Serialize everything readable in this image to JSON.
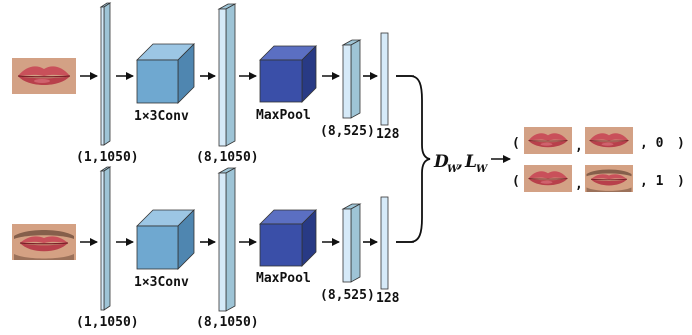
{
  "branches": [
    {
      "input_kind": "lips-smooth",
      "layer_labels": {
        "input_shape": "(1,1050)",
        "conv": "1×3Conv",
        "conv_shape": "(8,1050)",
        "pool": "MaxPool",
        "pool_shape": "(8,525)",
        "fc": "128"
      }
    },
    {
      "input_kind": "lips-mustache",
      "layer_labels": {
        "input_shape": "(1,1050)",
        "conv": "1×3Conv",
        "conv_shape": "(8,1050)",
        "pool": "MaxPool",
        "pool_shape": "(8,525)",
        "fc": "128"
      }
    }
  ],
  "merge": {
    "loss_D": "D",
    "loss_D_sub": "W",
    "comma": ",",
    "loss_L": "L",
    "loss_L_sub": "W"
  },
  "pairs": [
    {
      "open": "(",
      "sep": ",",
      "label": ", 0",
      "close": ")",
      "left": "lips-smooth",
      "right": "lips-smooth"
    },
    {
      "open": "(",
      "sep": ",",
      "label": ", 1",
      "close": ")",
      "left": "lips-smooth",
      "right": "lips-mustache"
    }
  ],
  "colors": {
    "layer_fill": "#d6eaf8",
    "layer_side": "#9ec4d6",
    "conv_front": "#6fa8d0",
    "conv_top": "#9cc6e4",
    "conv_side": "#4f86b0",
    "pool_front": "#3a4fa8",
    "pool_top": "#5b6fc2",
    "pool_side": "#283a85",
    "lip": "#c9505a",
    "skin": "#d9a88c"
  }
}
